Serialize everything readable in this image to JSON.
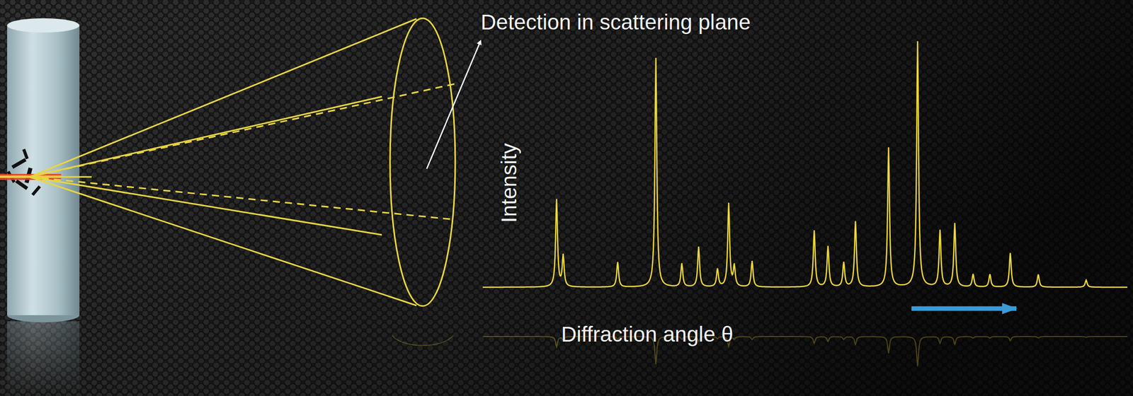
{
  "diagram": {
    "labels": [
      "Detection in scattering plane",
      "Intensity",
      "Diffraction angle θ"
    ]
  }
}
